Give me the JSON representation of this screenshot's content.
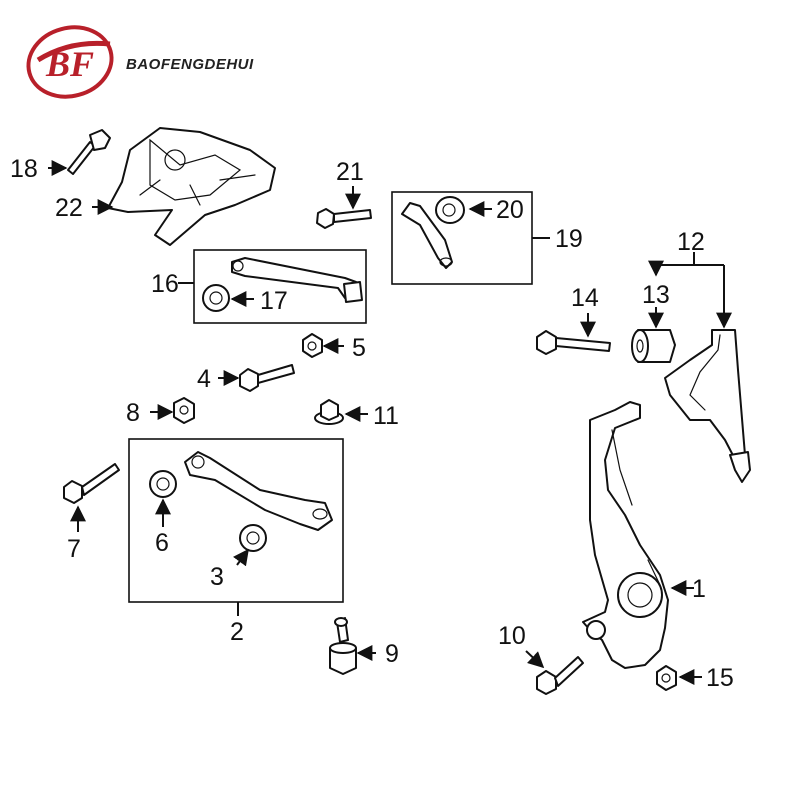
{
  "brand": {
    "name": "BAOFENGDEHUI",
    "logo_letters": "BF",
    "logo_color": "#b8202a"
  },
  "callouts": [
    "1",
    "2",
    "3",
    "4",
    "5",
    "6",
    "7",
    "8",
    "9",
    "10",
    "11",
    "12",
    "13",
    "14",
    "15",
    "16",
    "17",
    "18",
    "19",
    "20",
    "21",
    "22"
  ]
}
